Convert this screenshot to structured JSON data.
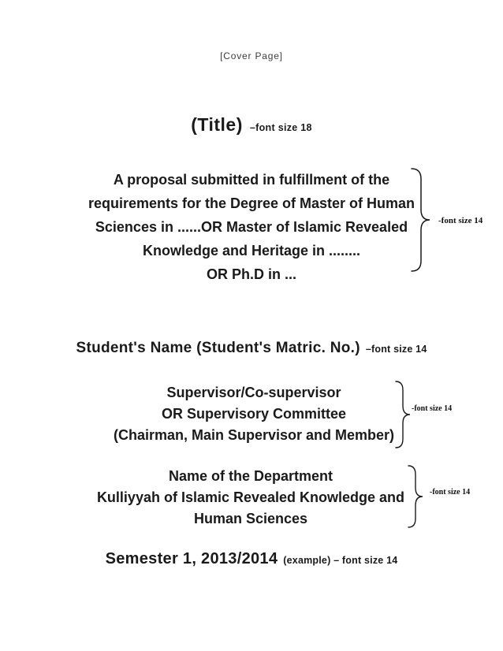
{
  "page": {
    "header_label": "[Cover Page]",
    "title": {
      "text": "(Title)",
      "annotation": "–font size 18"
    },
    "proposal": {
      "lines": [
        "A proposal submitted in fulfillment of the",
        "requirements for the Degree of Master of Human",
        "Sciences in ......OR Master of Islamic Revealed",
        "Knowledge and Heritage in ........",
        "OR Ph.D in ..."
      ],
      "annotation": "-font size 14"
    },
    "student": {
      "text": "Student's Name (Student's Matric. No.)",
      "annotation": "–font size 14"
    },
    "supervisor": {
      "lines": [
        "Supervisor/Co-supervisor",
        "OR Supervisory Committee",
        "(Chairman, Main Supervisor and Member)"
      ],
      "annotation": "-font size 14"
    },
    "department": {
      "lines": [
        "Name of the Department",
        "Kulliyyah of Islamic Revealed Knowledge and",
        "Human Sciences"
      ],
      "annotation": "-font size 14"
    },
    "semester": {
      "text": "Semester 1, 2013/2014",
      "annotation": "(example) – font size 14"
    },
    "colors": {
      "text": "#1a1a1a",
      "muted_text": "#3c3c3c",
      "background": "#ffffff"
    }
  }
}
